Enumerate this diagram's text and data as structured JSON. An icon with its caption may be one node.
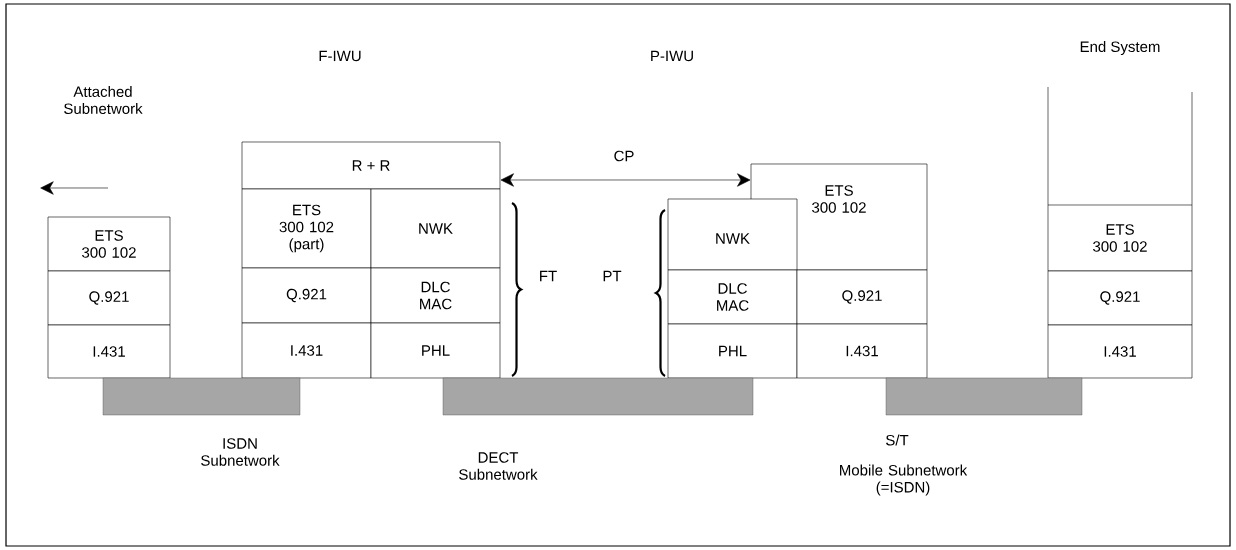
{
  "diagram": {
    "nodes": [
      {
        "text": [
          "ETS 300 102"
        ]
      },
      {
        "text": [
          "Q.921"
        ]
      },
      {
        "text": [
          "I.431"
        ]
      },
      {
        "text": [
          "R + R"
        ]
      },
      {
        "text": [
          "ETS 300 102 (part)"
        ]
      },
      {
        "text": [
          "NWK"
        ]
      },
      {
        "text": [
          "Q.921"
        ]
      },
      {
        "text": [
          "DLC MAC"
        ]
      },
      {
        "text": [
          "I.431"
        ]
      },
      {
        "text": [
          "PHL"
        ]
      },
      {
        "text": [
          "ETS 300 102"
        ]
      },
      {
        "text": [
          "NWK"
        ]
      },
      {
        "text": [
          "DLC MAC"
        ]
      },
      {
        "text": [
          "Q.921"
        ]
      },
      {
        "text": [
          "PHL"
        ]
      },
      {
        "text": [
          "I.431"
        ]
      },
      {
        "text": [
          "ETS 300 102"
        ]
      },
      {
        "text": [
          "Q.921"
        ]
      },
      {
        "text": [
          "I.431"
        ]
      },
      {
        "text": [],
        "shape": "bar",
        "beside": [
          "ISDN Subnetwork"
        ]
      },
      {
        "text": [],
        "shape": "bar",
        "beside": [
          "DECT Subnetwork"
        ]
      },
      {
        "text": [],
        "shape": "bar",
        "beside": [
          "S/T",
          "Mobile Subnetwork (=ISDN)"
        ]
      }
    ],
    "edges": [
      {
        "from": 3,
        "to": 10,
        "arrow": "both",
        "label": "CP"
      }
    ],
    "labels": [
      "Attached Subnetwork",
      "F-IWU",
      "P-IWU",
      "End System",
      "FT",
      "PT"
    ]
  }
}
